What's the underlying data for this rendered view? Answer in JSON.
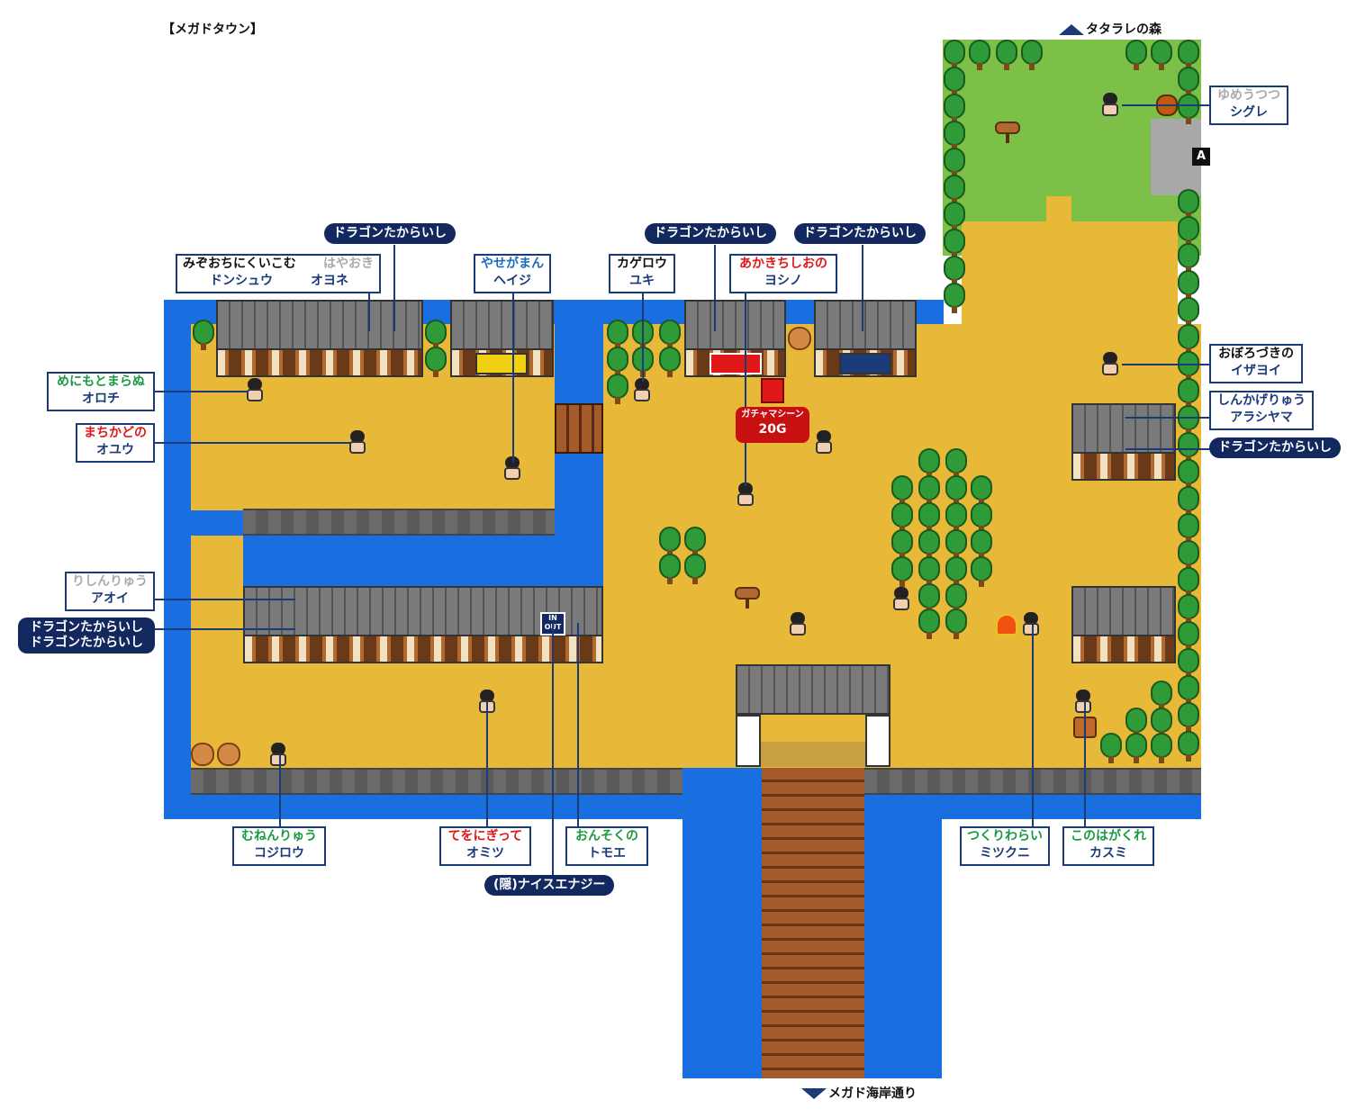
{
  "map": {
    "title": "【メガドタウン】",
    "exit_north": "タタラレの森",
    "exit_south": "メガド海岸通り",
    "marker_a": "A",
    "shop_sign": "ガチャマシーン",
    "shop_price": "20G",
    "inout_in": "IN",
    "inout_out": "OUT"
  },
  "npcs": [
    {
      "title": "みぞおちにくいこむ",
      "name": "ドンシュウ",
      "title_color": "#111111"
    },
    {
      "title": "はやおき",
      "name": "オヨネ",
      "title_color": "#aaaaaa"
    },
    {
      "title": "やせがまん",
      "name": "ヘイジ",
      "title_color": "#1a6ac0"
    },
    {
      "title": "カゲロウ",
      "name": "ユキ",
      "title_color": "#111111"
    },
    {
      "title": "あかきちしおの",
      "name": "ヨシノ",
      "title_color": "#e01818"
    },
    {
      "title": "ゆめうつつ",
      "name": "シグレ",
      "title_color": "#aaaaaa"
    },
    {
      "title": "めにもとまらぬ",
      "name": "オロチ",
      "title_color": "#1a9a40"
    },
    {
      "title": "まちかどの",
      "name": "オユウ",
      "title_color": "#e01818"
    },
    {
      "title": "おぼろづきの",
      "name": "イザヨイ",
      "title_color": "#111111"
    },
    {
      "title": "しんかげりゅう",
      "name": "アラシヤマ",
      "title_color": "#1a3a78"
    },
    {
      "title": "りしんりゅう",
      "name": "アオイ",
      "title_color": "#aaaaaa"
    },
    {
      "title": "むねんりゅう",
      "name": "コジロウ",
      "title_color": "#1a9a40"
    },
    {
      "title": "てをにぎって",
      "name": "オミツ",
      "title_color": "#e01818"
    },
    {
      "title": "おんそくの",
      "name": "トモエ",
      "title_color": "#1a9a40"
    },
    {
      "title": "つくりわらい",
      "name": "ミツクニ",
      "title_color": "#1a9a40"
    },
    {
      "title": "このはがくれ",
      "name": "カスミ",
      "title_color": "#1a9a40"
    }
  ],
  "items": {
    "dragon_stone": "ドラゴンたからいし",
    "hidden_item": "(隠)ナイスエナジー"
  }
}
